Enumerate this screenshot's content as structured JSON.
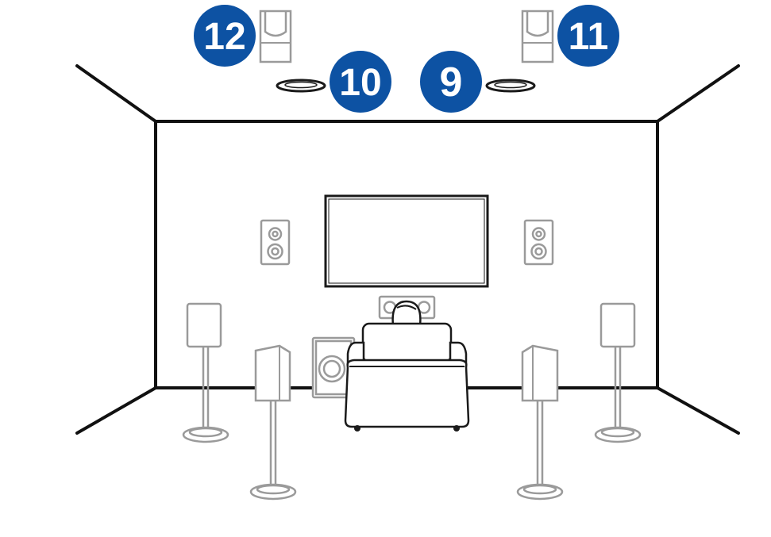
{
  "colors": {
    "badge": "#0d52a3",
    "badge_text": "#ffffff",
    "wall_line": "#111111",
    "speaker_gray": "#9a9a9a",
    "foreground_line": "#1a1a1a"
  },
  "badges": [
    {
      "id": "b12",
      "label": "12"
    },
    {
      "id": "b10",
      "label": "10"
    },
    {
      "id": "b9",
      "label": "9"
    },
    {
      "id": "b11",
      "label": "11"
    }
  ]
}
